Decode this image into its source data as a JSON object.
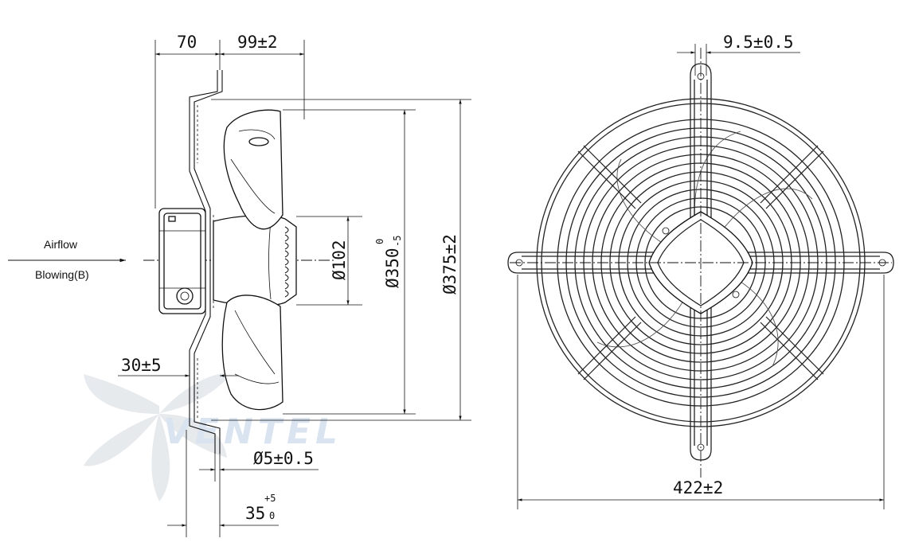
{
  "side_view": {
    "dim_motor_depth": "70",
    "dim_guard_depth": "99±2",
    "dim_hub": "Ø102",
    "dim_blade_main": "Ø350",
    "dim_blade_tol_upper": "0",
    "dim_blade_tol_lower": "-5",
    "dim_ring": "Ø375±2",
    "dim_flange": "30±5",
    "dim_hole": "Ø5±0.5",
    "dim_angle_main": "35",
    "dim_angle_tol_upper": "+5",
    "dim_angle_tol_lower": "0",
    "airflow_label": "Airflow",
    "blowing_label": "Blowing(B)"
  },
  "front_view": {
    "dim_bar": "9.5±0.5",
    "dim_width": "422±2"
  },
  "watermark": {
    "text": "VENTEL"
  }
}
